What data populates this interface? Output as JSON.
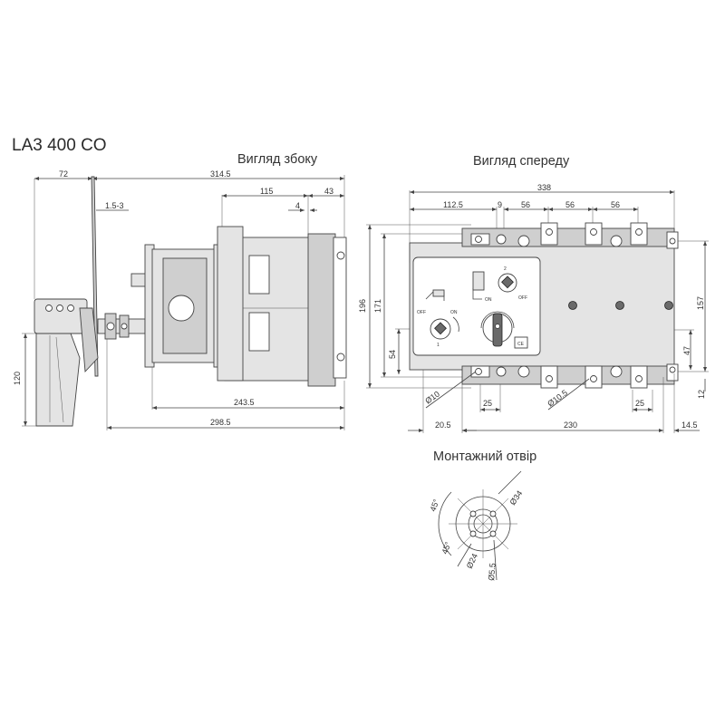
{
  "title": "LA3 400 CO",
  "views": {
    "side": "Вигляд збоку",
    "front": "Вигляд спереду",
    "mounting": "Монтажний отвір"
  },
  "side_dims": {
    "d72": "72",
    "d314_5": "314.5",
    "d115": "115",
    "d43": "43",
    "d4": "4",
    "d1_5_3": "1.5-3",
    "d120": "120",
    "d243_5": "243.5",
    "d298_5": "298.5"
  },
  "front_dims": {
    "d338": "338",
    "d112_5": "112.5",
    "d9": "9",
    "d56a": "56",
    "d56b": "56",
    "d56c": "56",
    "d196": "196",
    "d171": "171",
    "d157": "157",
    "d54": "54",
    "d47": "47",
    "d12": "12",
    "phi10": "Ø10",
    "phi10_5": "Ø10.5",
    "d25a": "25",
    "d25b": "25",
    "d20_5": "20.5",
    "d230": "230",
    "d14_5": "14.5"
  },
  "panel_marks": {
    "off_left": "OFF",
    "on_left": "ON",
    "on_mid": "ON",
    "off_right": "OFF",
    "pos1": "1",
    "pos2": "2",
    "ce": "CE"
  },
  "hole_dims": {
    "angle_a": "45°",
    "angle_b": "45°",
    "phi34": "Ø34",
    "phi24": "Ø24",
    "phi5_5": "Ø5.5"
  }
}
